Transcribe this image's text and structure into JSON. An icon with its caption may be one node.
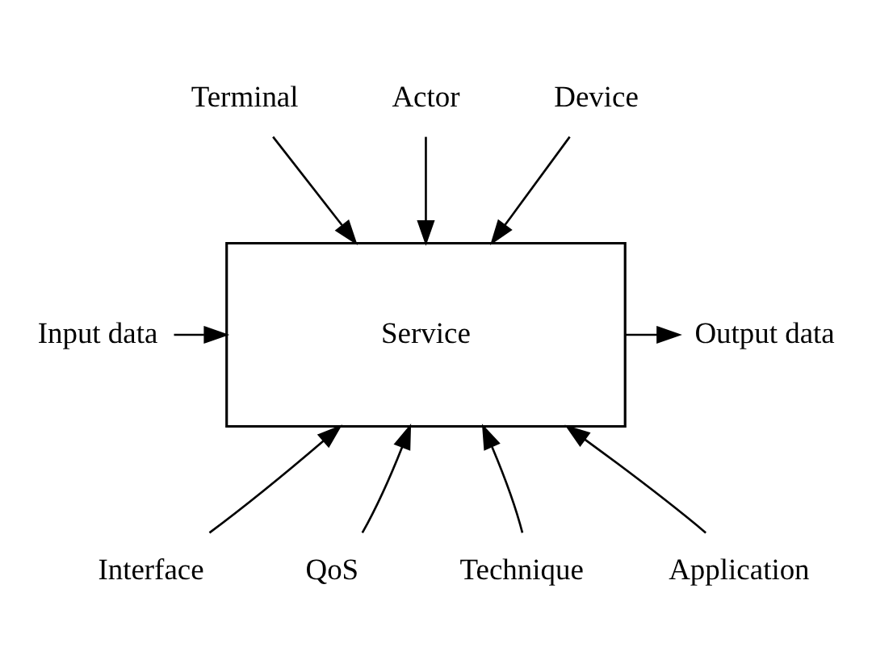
{
  "diagram": {
    "nodes": [
      {
        "text": [
          "Terminal"
        ]
      },
      {
        "text": [
          "Actor"
        ]
      },
      {
        "text": [
          "Device"
        ]
      },
      {
        "text": [
          "Input data"
        ]
      },
      {
        "text": [
          "Service"
        ]
      },
      {
        "text": [
          "Output data"
        ]
      },
      {
        "text": [
          "Interface"
        ]
      },
      {
        "text": [
          "QoS"
        ]
      },
      {
        "text": [
          "Technique"
        ]
      },
      {
        "text": [
          "Application"
        ]
      }
    ],
    "edges": [
      {
        "from": 1,
        "to": 4,
        "arrow": "to"
      },
      {
        "from": 0,
        "to": 4,
        "arrow": "to"
      },
      {
        "from": 2,
        "to": 4,
        "arrow": "to"
      },
      {
        "from": 3,
        "to": 4,
        "arrow": "to"
      },
      {
        "from": 4,
        "to": 5,
        "arrow": "to"
      },
      {
        "from": 6,
        "to": 4,
        "arrow": "to"
      },
      {
        "from": 7,
        "to": 4,
        "arrow": "to"
      },
      {
        "from": 8,
        "to": 4,
        "arrow": "to"
      },
      {
        "from": 9,
        "to": 4,
        "arrow": "to"
      }
    ]
  }
}
